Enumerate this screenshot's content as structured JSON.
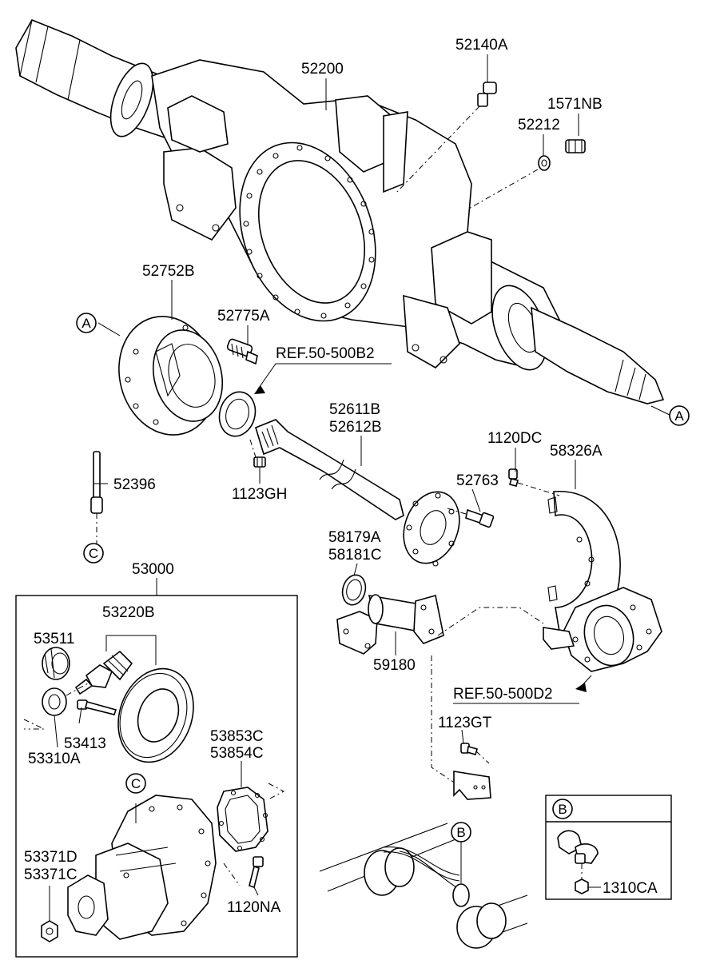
{
  "callouts": {
    "p52140A": "52140A",
    "p52200": "52200",
    "p1571NB": "1571NB",
    "p52212": "52212",
    "p52752B": "52752B",
    "p52775A": "52775A",
    "ref1": "REF.50-500B2",
    "p52611B": "52611B",
    "p52612B": "52612B",
    "p1120DC": "1120DC",
    "p58326A": "58326A",
    "p52396": "52396",
    "p1123GH": "1123GH",
    "p52763": "52763",
    "p58179A": "58179A",
    "p58181C": "58181C",
    "p53000": "53000",
    "p53511": "53511",
    "p53220B": "53220B",
    "p59180": "59180",
    "ref2": "REF.50-500D2",
    "p53413": "53413",
    "p53310A": "53310A",
    "p1123GT": "1123GT",
    "p53853C": "53853C",
    "p53854C": "53854C",
    "p53371D": "53371D",
    "p53371C": "53371C",
    "p1120NA": "1120NA",
    "p1310CA": "1310CA"
  },
  "markers": {
    "A": "A",
    "B": "B",
    "C": "C"
  },
  "detail_box": {
    "title": "B"
  }
}
